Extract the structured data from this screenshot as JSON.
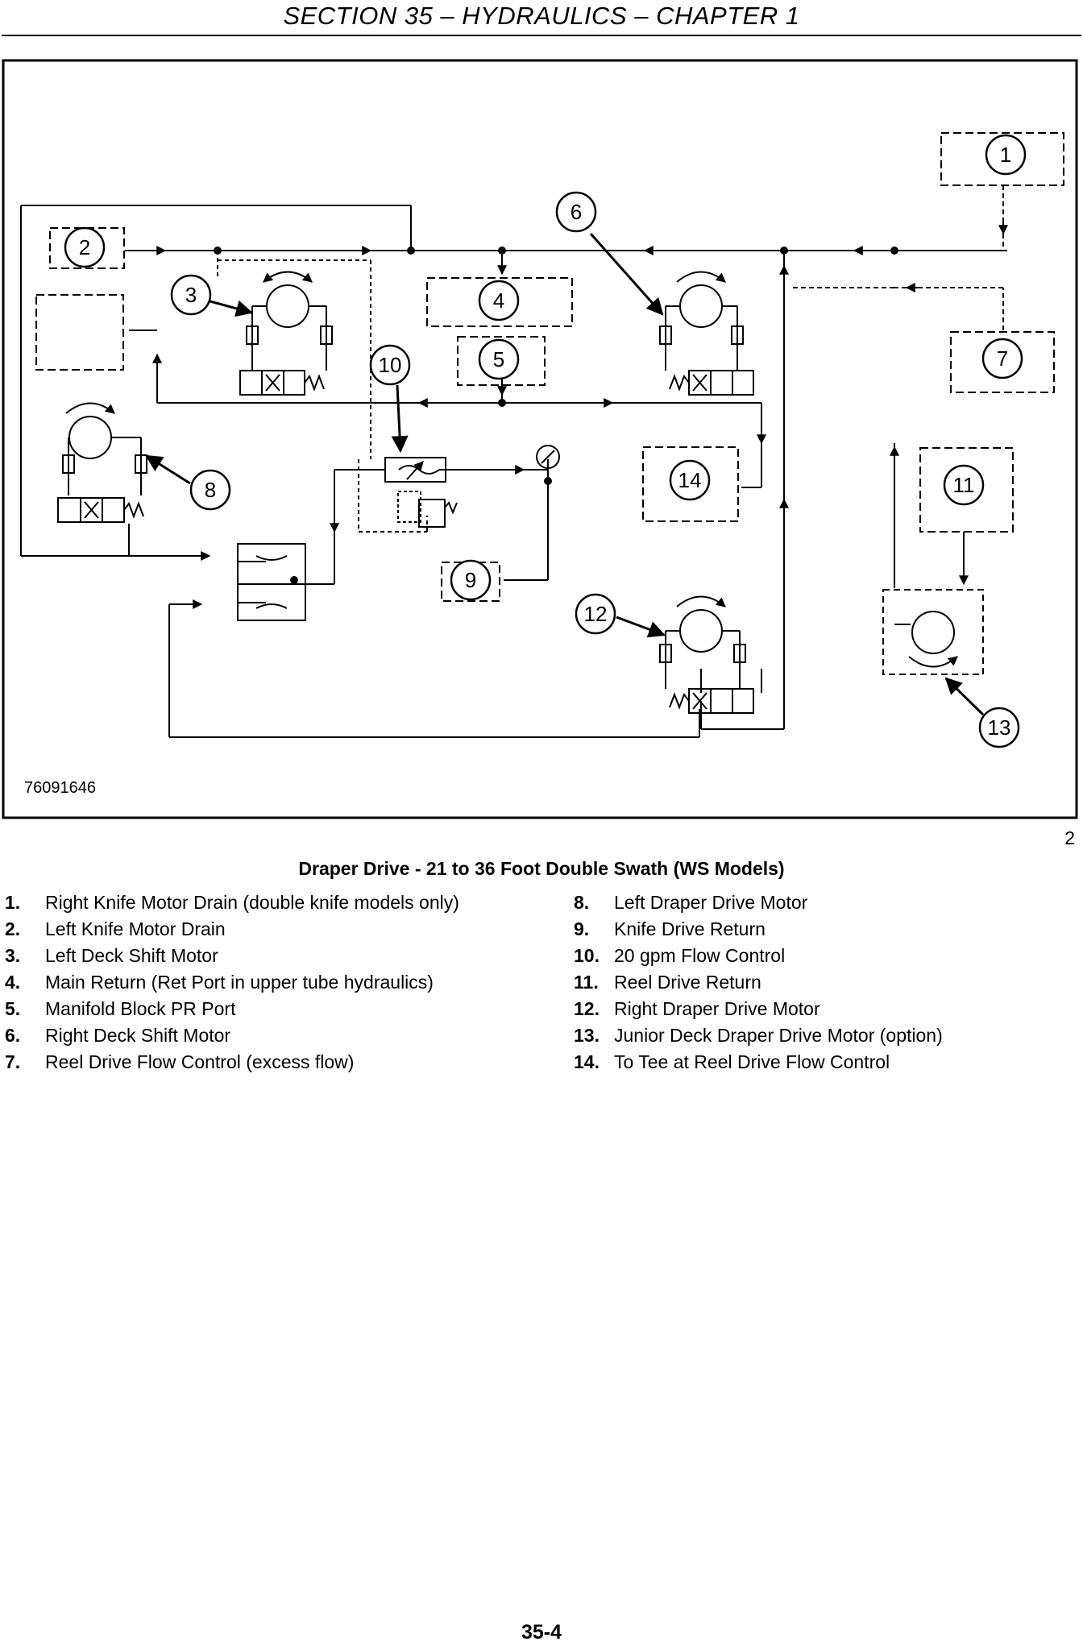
{
  "header": {
    "title": "SECTION 35 – HYDRAULICS – CHAPTER 1"
  },
  "figure": {
    "number": "2",
    "code": "76091646",
    "caption": "Draper Drive - 21 to 36 Foot Double Swath (WS Models)",
    "callouts": [
      "1",
      "2",
      "3",
      "4",
      "5",
      "6",
      "7",
      "8",
      "9",
      "10",
      "11",
      "12",
      "13",
      "14"
    ]
  },
  "legend": [
    {
      "num": "1.",
      "text": "Right Knife Motor Drain (double knife models only)"
    },
    {
      "num": "2.",
      "text": "Left Knife Motor Drain"
    },
    {
      "num": "3.",
      "text": "Left Deck Shift Motor"
    },
    {
      "num": "4.",
      "text": "Main Return (Ret Port in upper tube hydraulics)"
    },
    {
      "num": "5.",
      "text": "Manifold Block PR Port"
    },
    {
      "num": "6.",
      "text": "Right Deck Shift Motor"
    },
    {
      "num": "7.",
      "text": "Reel Drive Flow Control (excess flow)"
    },
    {
      "num": "8.",
      "text": "Left Draper Drive Motor"
    },
    {
      "num": "9.",
      "text": "Knife Drive Return"
    },
    {
      "num": "10.",
      "text": "20 gpm Flow Control"
    },
    {
      "num": "11.",
      "text": "Reel Drive Return"
    },
    {
      "num": "12.",
      "text": "Right Draper Drive Motor"
    },
    {
      "num": "13.",
      "text": "Junior Deck Draper Drive Motor (option)"
    },
    {
      "num": "14.",
      "text": "To Tee at Reel Drive Flow Control"
    }
  ],
  "footer": {
    "page": "35-4"
  }
}
